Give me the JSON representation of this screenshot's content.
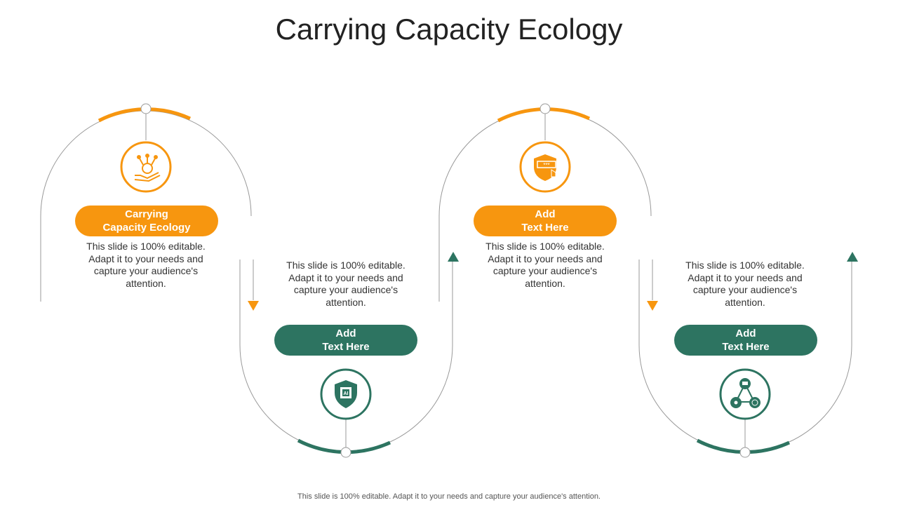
{
  "title": "Carrying Capacity Ecology",
  "colors": {
    "orange": "#F7960F",
    "green": "#2D7461",
    "line": "#999999"
  },
  "steps": [
    {
      "heading": "Carrying\nCapacity Ecology",
      "text": "This slide is 100% editable. Adapt it to your needs and capture your audience's attention.",
      "icon": "ai-hand-icon",
      "color": "orange"
    },
    {
      "heading": "Add\nText Here",
      "text": "This slide is 100% editable. Adapt it to your needs and capture your audience's attention.",
      "icon": "ai-shield-chip-icon",
      "color": "green"
    },
    {
      "heading": "Add\nText Here",
      "text": "This slide is 100% editable. Adapt it to your needs and capture your audience's attention.",
      "icon": "password-shield-icon",
      "color": "orange"
    },
    {
      "heading": "Add\nText Here",
      "text": "This slide is 100% editable. Adapt it to your needs and capture your audience's attention.",
      "icon": "network-nodes-icon",
      "color": "green"
    }
  ],
  "footer": "This slide is 100% editable. Adapt it to your needs and capture your audience's attention."
}
